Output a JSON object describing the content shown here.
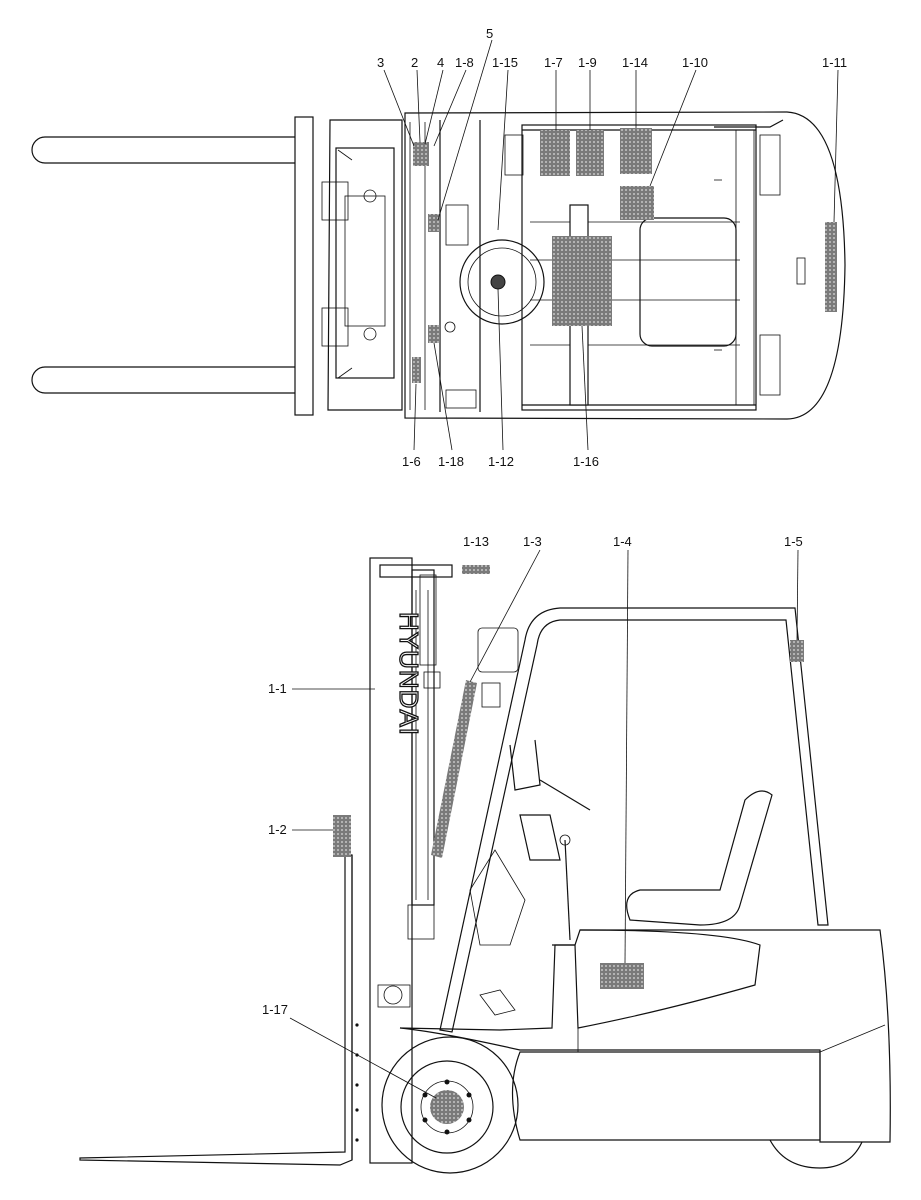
{
  "brand": "HYUNDAI",
  "top_view": {
    "labels": {
      "l3": "3",
      "l2": "2",
      "l4": "4",
      "l1_8": "1-8",
      "l5": "5",
      "l1_15": "1-15",
      "l1_7": "1-7",
      "l1_9": "1-9",
      "l1_14": "1-14",
      "l1_10": "1-10",
      "l1_11": "1-11",
      "l1_6": "1-6",
      "l1_18": "1-18",
      "l1_12": "1-12",
      "l1_16": "1-16"
    }
  },
  "side_view": {
    "labels": {
      "l1_13": "1-13",
      "l1_3": "1-3",
      "l1_4": "1-4",
      "l1_5": "1-5",
      "l1_1": "1-1",
      "l1_2": "1-2",
      "l1_17": "1-17"
    }
  },
  "colors": {
    "line": "#111111",
    "decal": "#8c8c8c",
    "background": "#ffffff"
  }
}
